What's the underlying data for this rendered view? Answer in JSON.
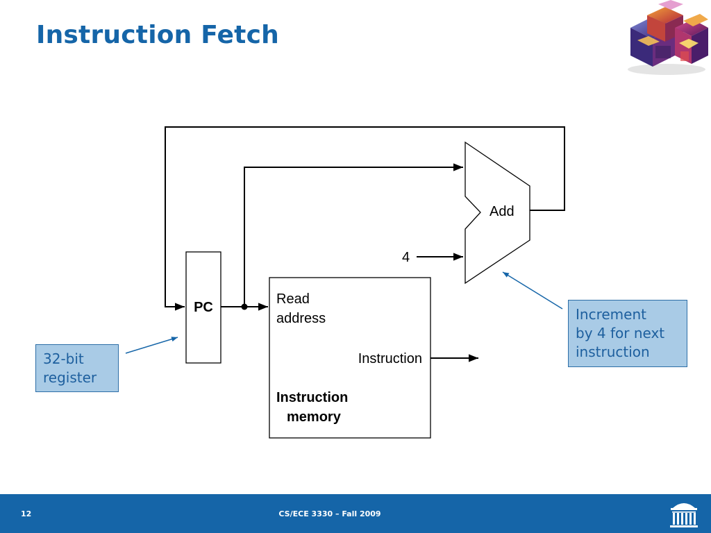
{
  "slide": {
    "title": "Instruction Fetch",
    "slide_number": "12",
    "course": "CS/ECE 3330 – Fall 2009"
  },
  "diagram": {
    "pc_label": "PC",
    "add_label": "Add",
    "constant_label": "4",
    "read_label": "Read",
    "address_label": "address",
    "instruction_output_label": "Instruction",
    "memory_title_line1": "Instruction",
    "memory_title_line2": "memory"
  },
  "callouts": {
    "register": {
      "line1": "32-bit",
      "line2": "register"
    },
    "increment": {
      "line1": "Increment",
      "line2": "by 4 for next",
      "line3": "instruction"
    }
  },
  "colors": {
    "title": "#1565a8",
    "footer": "#1565a8",
    "callout_fill": "#a9cbe6",
    "callout_text": "#1d5f9e",
    "diagram_stroke": "#000000"
  },
  "icons": {
    "logo": "colorful-cube-logo-icon",
    "footer": "rotunda-icon"
  }
}
